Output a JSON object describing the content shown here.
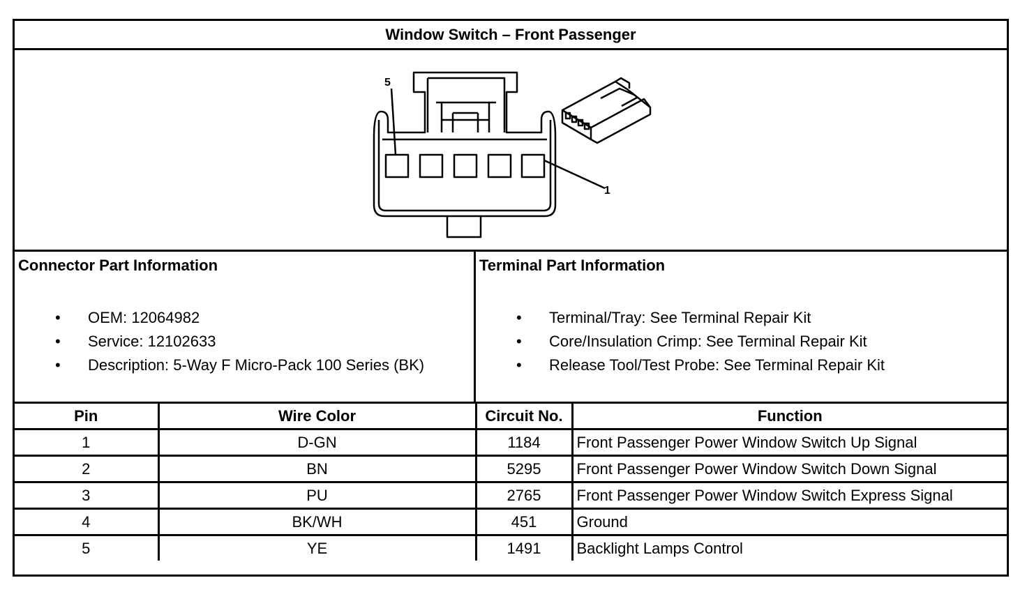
{
  "title": "Window Switch – Front Passenger",
  "diagram": {
    "pin_label_left": "5",
    "pin_label_right": "1",
    "connector_icon": "connector-face-view",
    "connector_3d_icon": "connector-isometric-view"
  },
  "connector_info": {
    "heading": "Connector Part Information",
    "items": [
      "OEM: 12064982",
      "Service: 12102633",
      "Description: 5-Way F Micro-Pack 100 Series (BK)"
    ]
  },
  "terminal_info": {
    "heading": "Terminal Part Information",
    "items": [
      "Terminal/Tray: See Terminal Repair Kit",
      "Core/Insulation Crimp: See Terminal Repair Kit",
      "Release Tool/Test Probe: See Terminal Repair Kit"
    ]
  },
  "table": {
    "headers": [
      "Pin",
      "Wire Color",
      "Circuit No.",
      "Function"
    ],
    "rows": [
      [
        "1",
        "D-GN",
        "1184",
        "Front Passenger Power Window Switch Up Signal"
      ],
      [
        "2",
        "BN",
        "5295",
        "Front Passenger Power Window Switch Down Signal"
      ],
      [
        "3",
        "PU",
        "2765",
        "Front Passenger Power Window Switch Express Signal"
      ],
      [
        "4",
        "BK/WH",
        "451",
        "Ground"
      ],
      [
        "5",
        "YE",
        "1491",
        "Backlight Lamps Control"
      ]
    ]
  }
}
